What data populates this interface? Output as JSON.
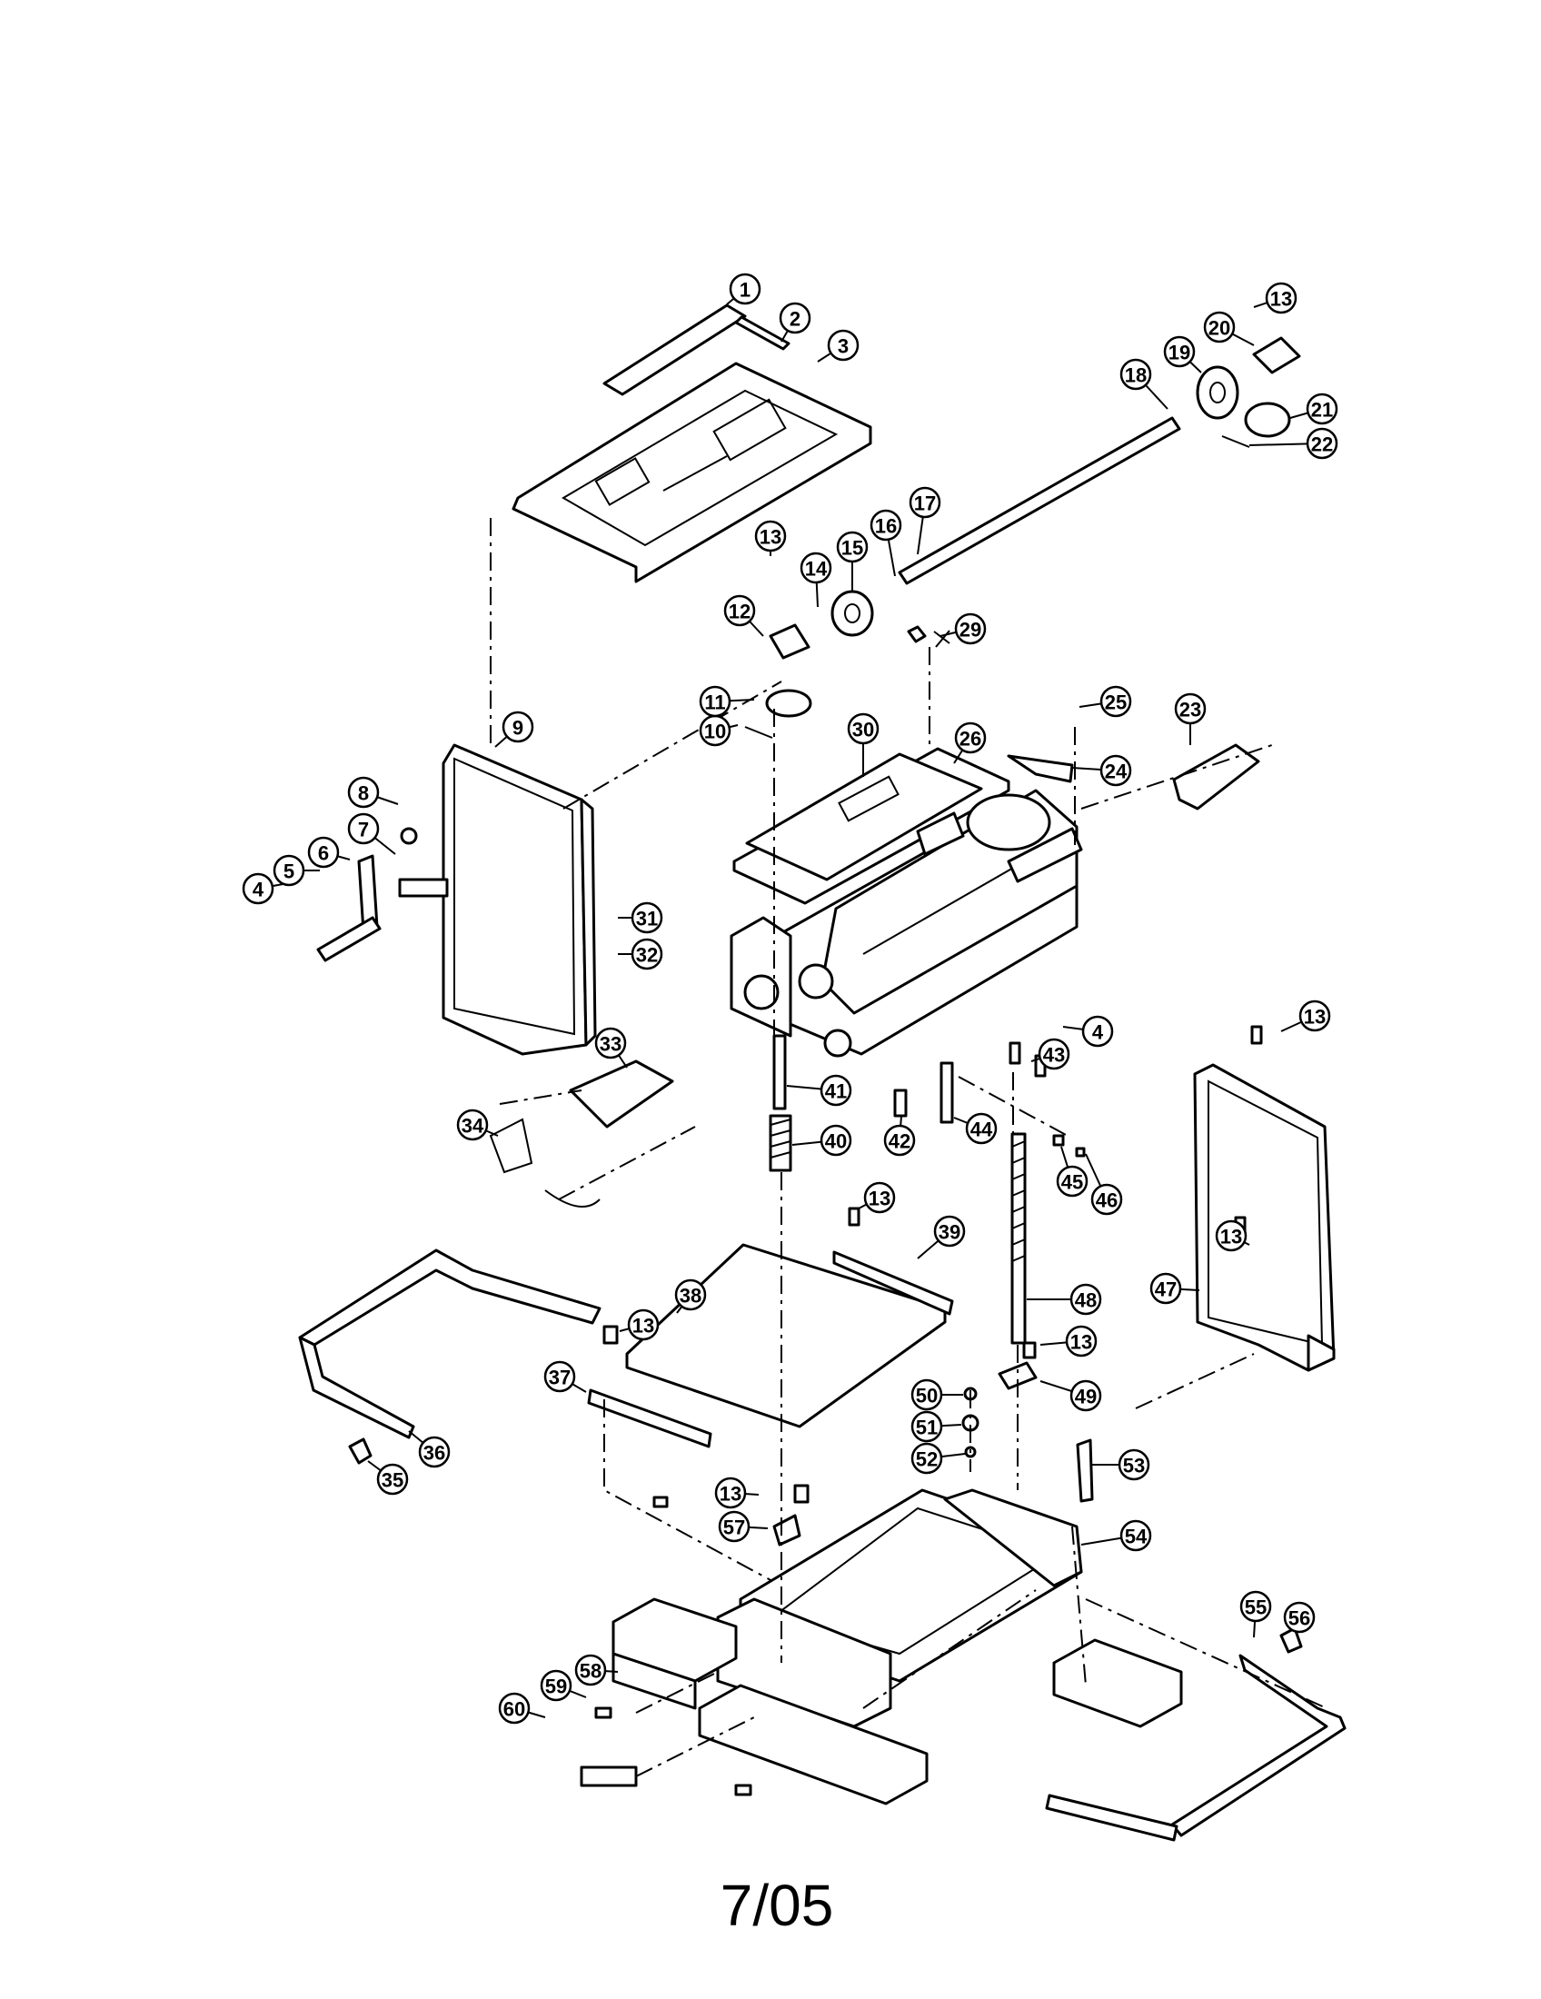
{
  "page_number": "7/05",
  "callouts": [
    {
      "id": "c1",
      "label": "1"
    },
    {
      "id": "c2",
      "label": "2"
    },
    {
      "id": "c3",
      "label": "3"
    },
    {
      "id": "c4a",
      "label": "4"
    },
    {
      "id": "c5",
      "label": "5"
    },
    {
      "id": "c6",
      "label": "6"
    },
    {
      "id": "c7",
      "label": "7"
    },
    {
      "id": "c8",
      "label": "8"
    },
    {
      "id": "c9",
      "label": "9"
    },
    {
      "id": "c10",
      "label": "10"
    },
    {
      "id": "c11",
      "label": "11"
    },
    {
      "id": "c12",
      "label": "12"
    },
    {
      "id": "c13a",
      "label": "13"
    },
    {
      "id": "c13b",
      "label": "13"
    },
    {
      "id": "c13c",
      "label": "13"
    },
    {
      "id": "c13d",
      "label": "13"
    },
    {
      "id": "c13e",
      "label": "13"
    },
    {
      "id": "c13f",
      "label": "13"
    },
    {
      "id": "c13g",
      "label": "13"
    },
    {
      "id": "c13h",
      "label": "13"
    },
    {
      "id": "c14",
      "label": "14"
    },
    {
      "id": "c15",
      "label": "15"
    },
    {
      "id": "c16",
      "label": "16"
    },
    {
      "id": "c17",
      "label": "17"
    },
    {
      "id": "c18",
      "label": "18"
    },
    {
      "id": "c19",
      "label": "19"
    },
    {
      "id": "c20",
      "label": "20"
    },
    {
      "id": "c21",
      "label": "21"
    },
    {
      "id": "c22",
      "label": "22"
    },
    {
      "id": "c23",
      "label": "23"
    },
    {
      "id": "c24",
      "label": "24"
    },
    {
      "id": "c25",
      "label": "25"
    },
    {
      "id": "c26",
      "label": "26"
    },
    {
      "id": "c29",
      "label": "29"
    },
    {
      "id": "c30",
      "label": "30"
    },
    {
      "id": "c31",
      "label": "31"
    },
    {
      "id": "c32",
      "label": "32"
    },
    {
      "id": "c33",
      "label": "33"
    },
    {
      "id": "c34",
      "label": "34"
    },
    {
      "id": "c35",
      "label": "35"
    },
    {
      "id": "c36",
      "label": "36"
    },
    {
      "id": "c37",
      "label": "37"
    },
    {
      "id": "c38",
      "label": "38"
    },
    {
      "id": "c39",
      "label": "39"
    },
    {
      "id": "c40",
      "label": "40"
    },
    {
      "id": "c41",
      "label": "41"
    },
    {
      "id": "c42",
      "label": "42"
    },
    {
      "id": "c43",
      "label": "43"
    },
    {
      "id": "c4b",
      "label": "4"
    },
    {
      "id": "c44",
      "label": "44"
    },
    {
      "id": "c45",
      "label": "45"
    },
    {
      "id": "c46",
      "label": "46"
    },
    {
      "id": "c47",
      "label": "47"
    },
    {
      "id": "c48",
      "label": "48"
    },
    {
      "id": "c49",
      "label": "49"
    },
    {
      "id": "c50",
      "label": "50"
    },
    {
      "id": "c51",
      "label": "51"
    },
    {
      "id": "c52",
      "label": "52"
    },
    {
      "id": "c53",
      "label": "53"
    },
    {
      "id": "c54",
      "label": "54"
    },
    {
      "id": "c55",
      "label": "55"
    },
    {
      "id": "c56",
      "label": "56"
    },
    {
      "id": "c57",
      "label": "57"
    },
    {
      "id": "c58",
      "label": "58"
    },
    {
      "id": "c59",
      "label": "59"
    },
    {
      "id": "c60",
      "label": "60"
    }
  ]
}
